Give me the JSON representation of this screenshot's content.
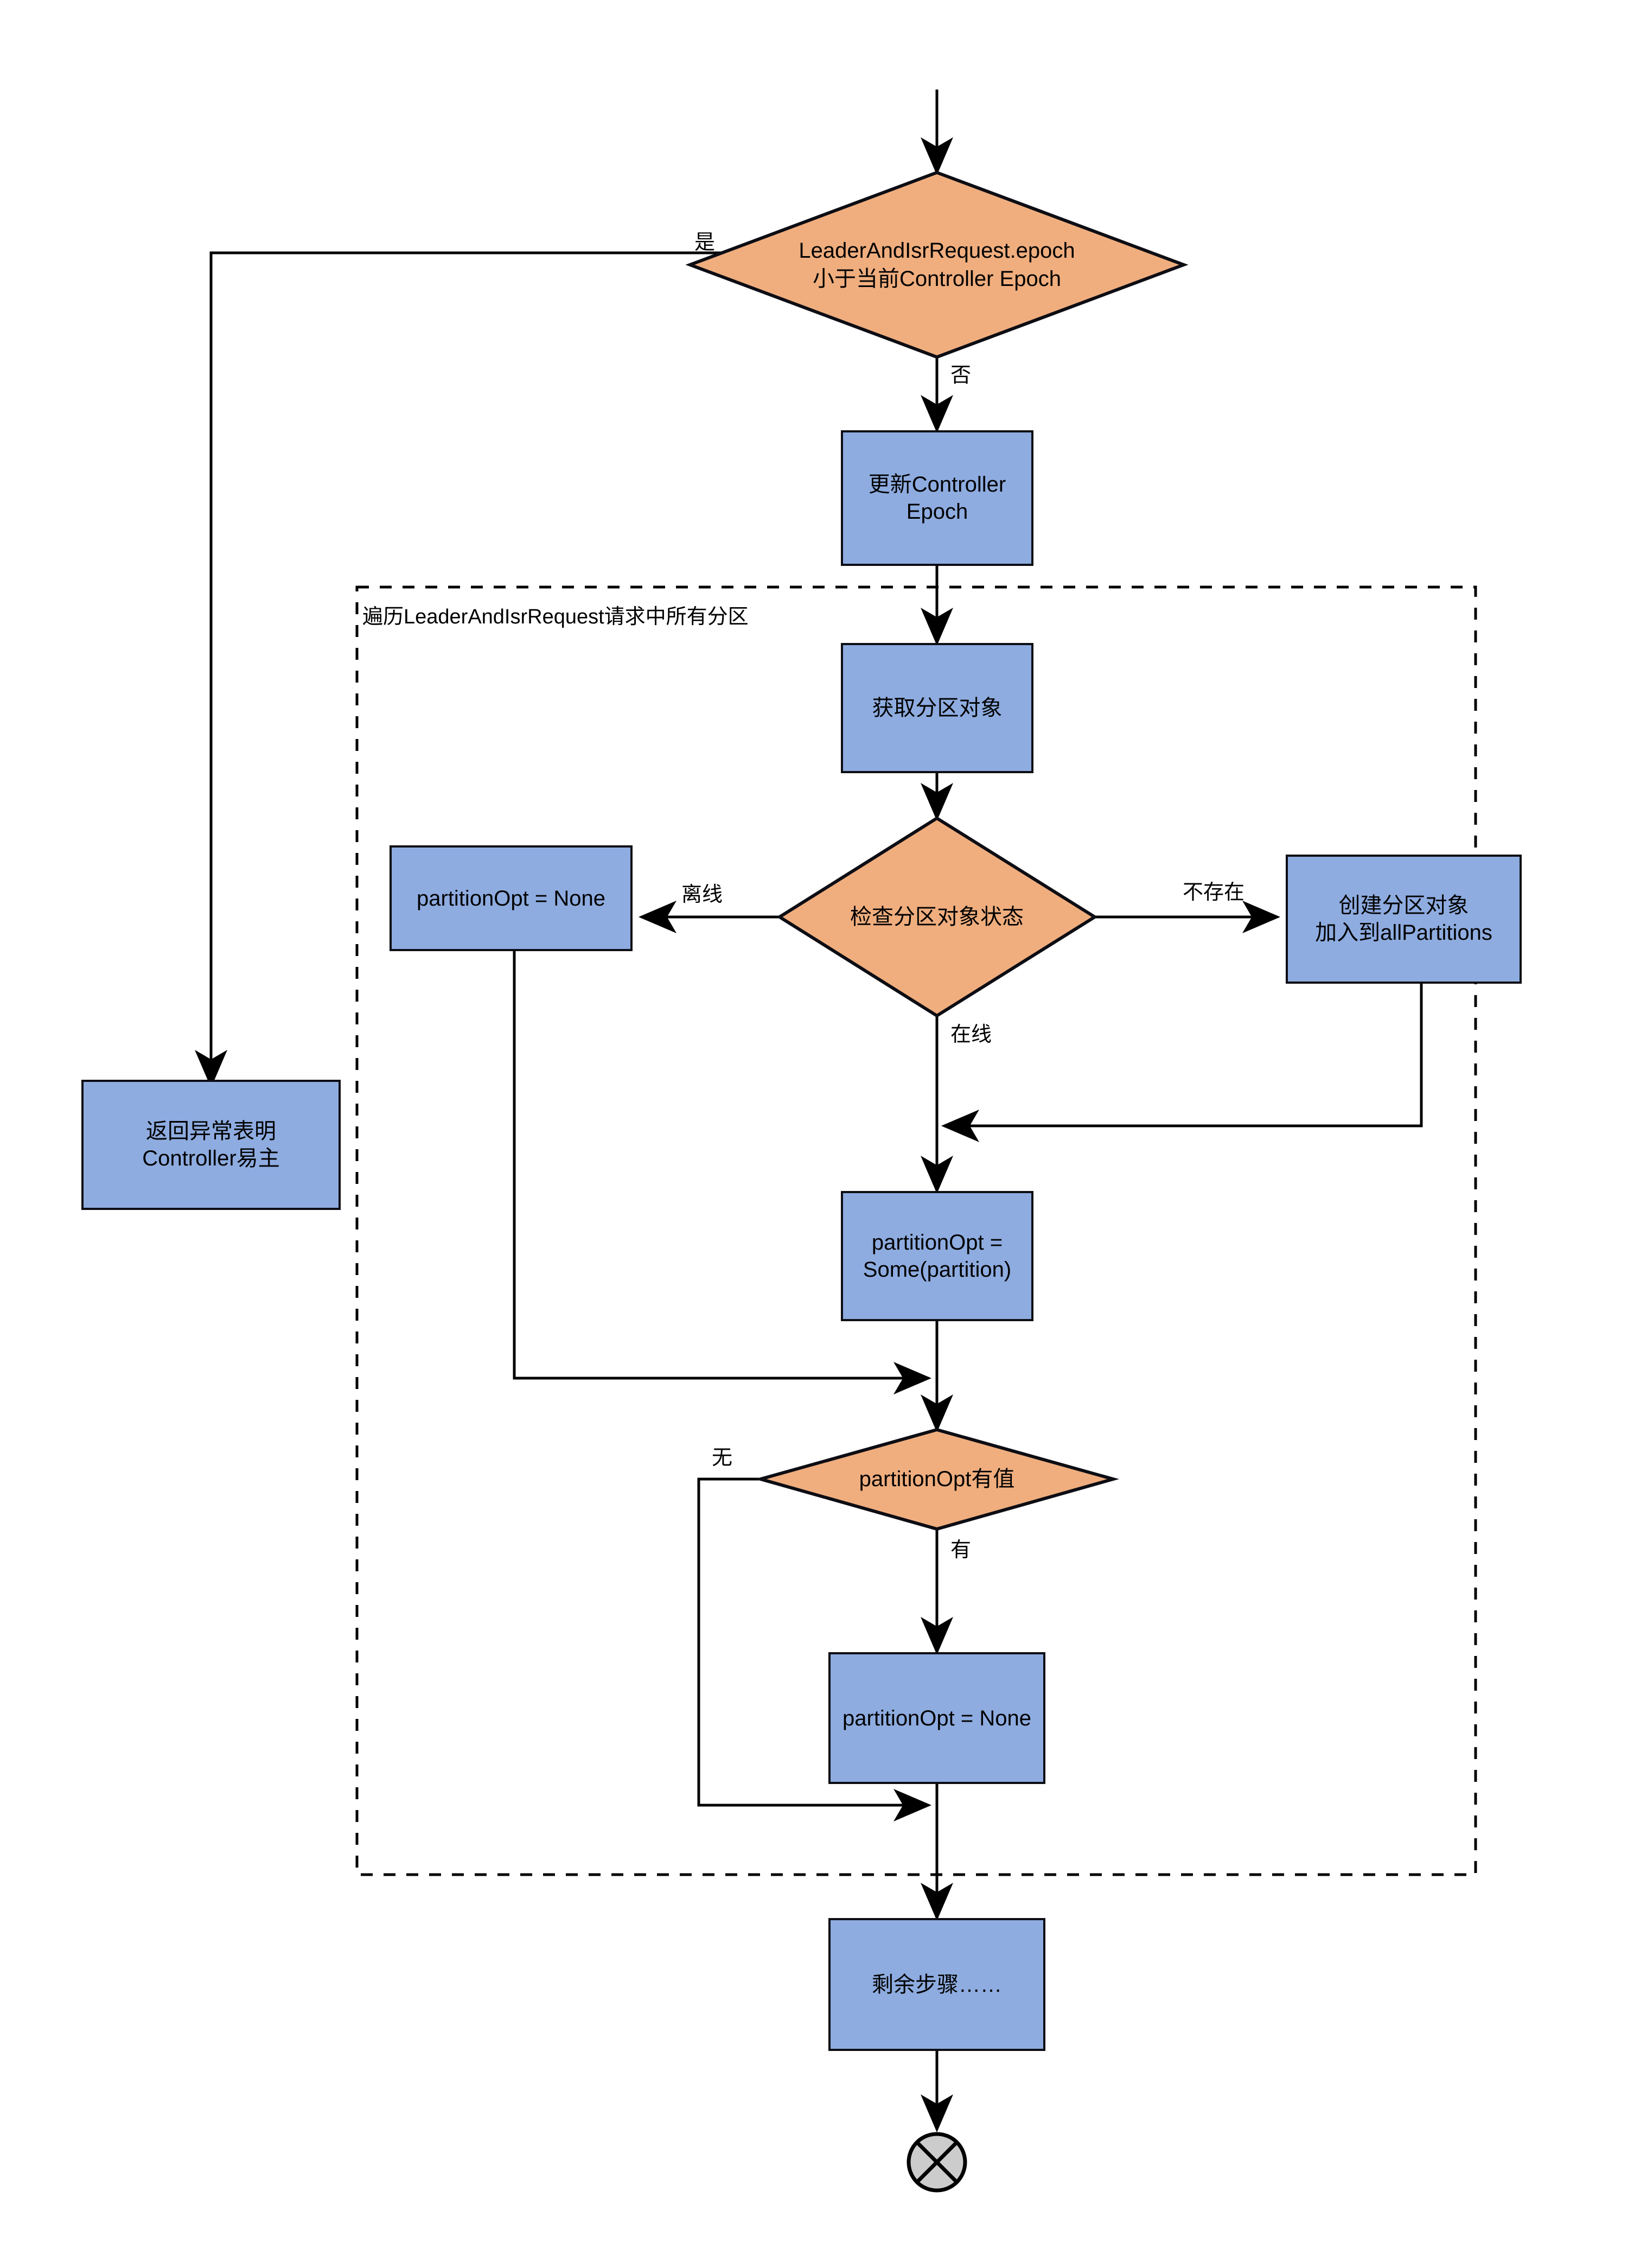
{
  "diagram": {
    "title_text": "",
    "colors": {
      "decision_fill": "#f0ae7e",
      "process_fill": "#8eace0",
      "stroke": "#0d0d14",
      "end_fill": "#cccccc",
      "background": "#ffffff"
    },
    "nodes": {
      "decision_epoch": {
        "type": "decision",
        "line1": "LeaderAndIsrRequest.epoch",
        "line2": "小于当前Controller Epoch"
      },
      "update_epoch": {
        "type": "process",
        "label": "更新Controller Epoch"
      },
      "return_exception": {
        "type": "process",
        "line1": "返回异常表明",
        "line2": "Controller易主"
      },
      "get_partition": {
        "type": "process",
        "label": "获取分区对象"
      },
      "check_partition_state": {
        "type": "decision",
        "label": "检查分区对象状态"
      },
      "partition_opt_none_left": {
        "type": "process",
        "label": "partitionOpt = None"
      },
      "create_partition": {
        "type": "process",
        "line1": "创建分区对象",
        "line2": "加入到allPartitions"
      },
      "partition_opt_some": {
        "type": "process",
        "line1": "partitionOpt =",
        "line2": "Some(partition)"
      },
      "decision_has_value": {
        "type": "decision",
        "label": "partitionOpt有值"
      },
      "partition_opt_none_bottom": {
        "type": "process",
        "label": "partitionOpt = None"
      },
      "remaining_steps": {
        "type": "process",
        "label": "剩余步骤……"
      },
      "end_node": {
        "type": "terminator",
        "label": ""
      }
    },
    "group": {
      "loop_container_label": "遍历LeaderAndIsrRequest请求中所有分区",
      "style": "dashed"
    },
    "edge_labels": {
      "yes_epoch": "是",
      "no_epoch": "否",
      "offline": "离线",
      "not_exist": "不存在",
      "online": "在线",
      "none_value": "无",
      "has_value": "有"
    }
  },
  "chart_data": {
    "type": "flowchart",
    "orientation": "top-to-bottom",
    "nodes": [
      {
        "id": "decision_epoch",
        "shape": "diamond",
        "text": "LeaderAndIsrRequest.epoch 小于当前Controller Epoch"
      },
      {
        "id": "update_epoch",
        "shape": "rect",
        "text": "更新Controller Epoch"
      },
      {
        "id": "return_exception",
        "shape": "rect",
        "text": "返回异常表明 Controller易主"
      },
      {
        "id": "get_partition",
        "shape": "rect",
        "text": "获取分区对象"
      },
      {
        "id": "check_partition_state",
        "shape": "diamond",
        "text": "检查分区对象状态"
      },
      {
        "id": "partition_opt_none_left",
        "shape": "rect",
        "text": "partitionOpt = None"
      },
      {
        "id": "create_partition",
        "shape": "rect",
        "text": "创建分区对象 加入到allPartitions"
      },
      {
        "id": "partition_opt_some",
        "shape": "rect",
        "text": "partitionOpt = Some(partition)"
      },
      {
        "id": "decision_has_value",
        "shape": "diamond",
        "text": "partitionOpt有值"
      },
      {
        "id": "partition_opt_none_bottom",
        "shape": "rect",
        "text": "partitionOpt = None"
      },
      {
        "id": "remaining_steps",
        "shape": "rect",
        "text": "剩余步骤……"
      },
      {
        "id": "end_node",
        "shape": "circle-cross",
        "text": ""
      }
    ],
    "edges": [
      {
        "from": "start",
        "to": "decision_epoch",
        "label": ""
      },
      {
        "from": "decision_epoch",
        "to": "return_exception",
        "label": "是"
      },
      {
        "from": "decision_epoch",
        "to": "update_epoch",
        "label": "否"
      },
      {
        "from": "update_epoch",
        "to": "get_partition",
        "label": ""
      },
      {
        "from": "get_partition",
        "to": "check_partition_state",
        "label": ""
      },
      {
        "from": "check_partition_state",
        "to": "partition_opt_none_left",
        "label": "离线"
      },
      {
        "from": "check_partition_state",
        "to": "create_partition",
        "label": "不存在"
      },
      {
        "from": "check_partition_state",
        "to": "partition_opt_some",
        "label": "在线"
      },
      {
        "from": "create_partition",
        "to": "partition_opt_some",
        "label": ""
      },
      {
        "from": "partition_opt_some",
        "to": "decision_has_value",
        "label": ""
      },
      {
        "from": "partition_opt_none_left",
        "to": "decision_has_value",
        "label": ""
      },
      {
        "from": "decision_has_value",
        "to": "partition_opt_none_bottom",
        "label": "有"
      },
      {
        "from": "decision_has_value",
        "to": "remaining_steps",
        "label": "无"
      },
      {
        "from": "partition_opt_none_bottom",
        "to": "remaining_steps",
        "label": ""
      },
      {
        "from": "remaining_steps",
        "to": "end_node",
        "label": ""
      }
    ],
    "groups": [
      {
        "id": "loop",
        "label": "遍历LeaderAndIsrRequest请求中所有分区",
        "style": "dashed",
        "contains": [
          "get_partition",
          "check_partition_state",
          "partition_opt_none_left",
          "create_partition",
          "partition_opt_some",
          "decision_has_value",
          "partition_opt_none_bottom"
        ]
      }
    ]
  }
}
